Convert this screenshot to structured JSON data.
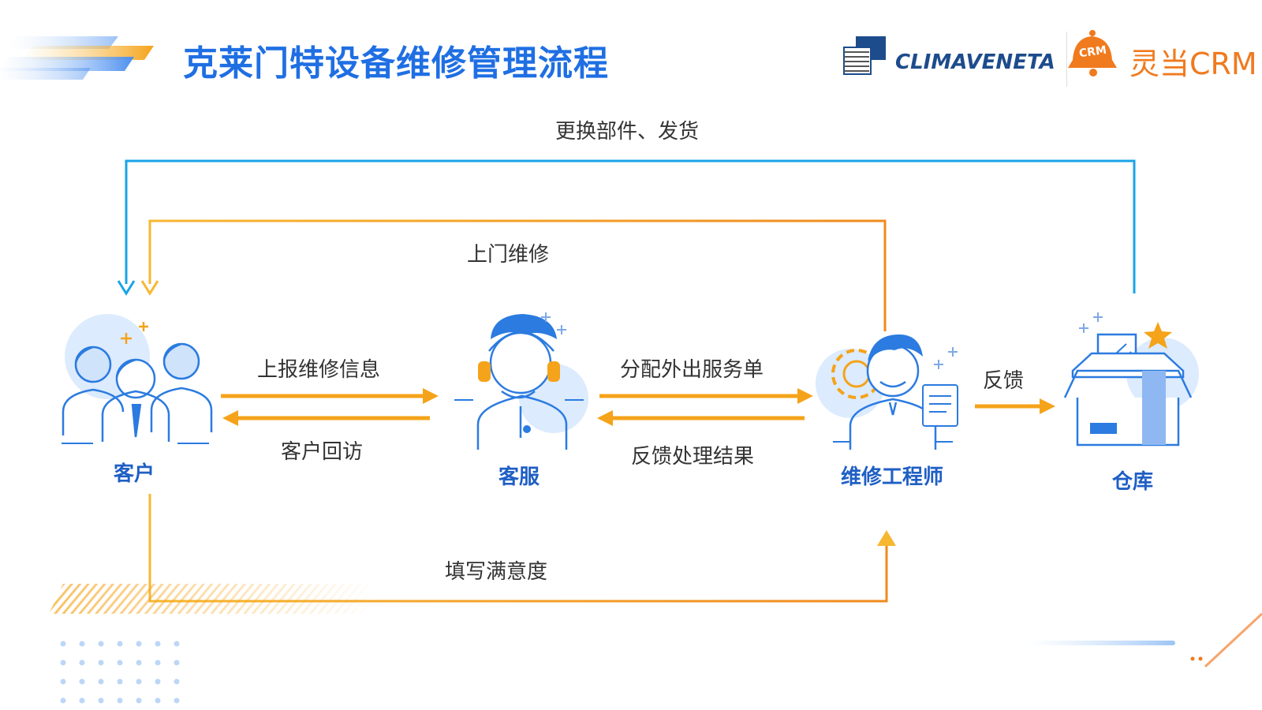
{
  "title": "克莱门特设备维修管理流程",
  "brand": {
    "partner_logo_text": "CLIMAVENETA",
    "crm_logo_text": "灵当CRM",
    "crm_badge_text": "CRM"
  },
  "nodes": {
    "customer": "客户",
    "service": "客服",
    "engineer": "维修工程师",
    "warehouse": "仓库"
  },
  "flows": {
    "replace_ship": "更换部件、发货",
    "onsite_repair": "上门维修",
    "report_info": "上报维修信息",
    "customer_revisit": "客户回访",
    "assign_order": "分配外出服务单",
    "feedback_result": "反馈处理结果",
    "feedback": "反馈",
    "fill_satisfaction": "填写满意度"
  },
  "colors": {
    "title_blue": "#1f6fe3",
    "node_label_blue": "#1f5fc4",
    "line_blue": "#1aa3e8",
    "arrow_orange": "#f5a31a",
    "arrow_orange_dark": "#f07a1e",
    "icon_blue": "#2b7be0",
    "icon_light": "#cfe3fb"
  }
}
